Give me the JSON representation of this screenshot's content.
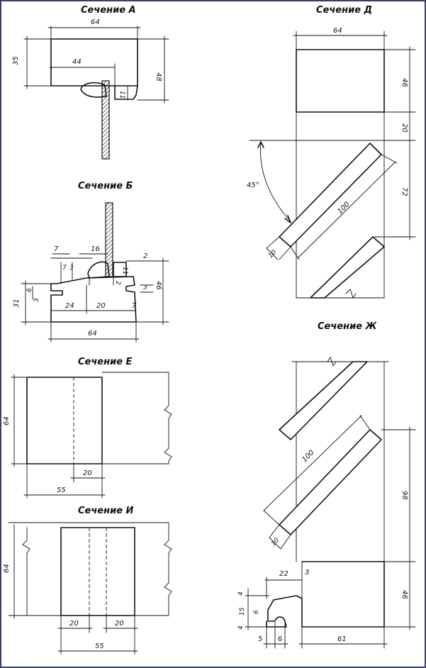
{
  "sections": {
    "a": {
      "title": "Сечение А",
      "dims": {
        "width": "64",
        "height_left": "35",
        "height_right": "48",
        "inner": "44",
        "small": "11"
      }
    },
    "b": {
      "title": "Сечение Б",
      "dims": {
        "d7_top": "7",
        "d16": "16",
        "d2_right": "2",
        "d7_left": "7",
        "d3_left": "3",
        "d2_mid": "2",
        "d11": "11",
        "d6": "6",
        "d3_lower": "3",
        "d3_right": "3",
        "d46": "46",
        "d31": "31",
        "d24": "24",
        "d20": "20",
        "d7_right": "7",
        "d64": "64"
      }
    },
    "d": {
      "title": "Сечение Д",
      "dims": {
        "width": "64",
        "h46": "46",
        "h20": "20",
        "h72": "72",
        "angle": "45°",
        "len100": "100",
        "t10": "10"
      }
    },
    "e": {
      "title": "Сечение Е",
      "dims": {
        "height": "64",
        "d20": "20",
        "d55": "55"
      }
    },
    "zh": {
      "title": "Сечение Ж",
      "dims": {
        "len100": "100",
        "t10": "10",
        "h98": "98",
        "d22": "22",
        "d3": "3",
        "h46": "46",
        "d4_top": "4",
        "d6": "6",
        "d15": "15",
        "d4_bottom": "4",
        "d5": "5",
        "d6_bottom": "6",
        "d61": "61"
      }
    },
    "i": {
      "title": "Сечение И",
      "dims": {
        "height": "64",
        "d20_left": "20",
        "d20_right": "20",
        "d55": "55"
      }
    }
  }
}
